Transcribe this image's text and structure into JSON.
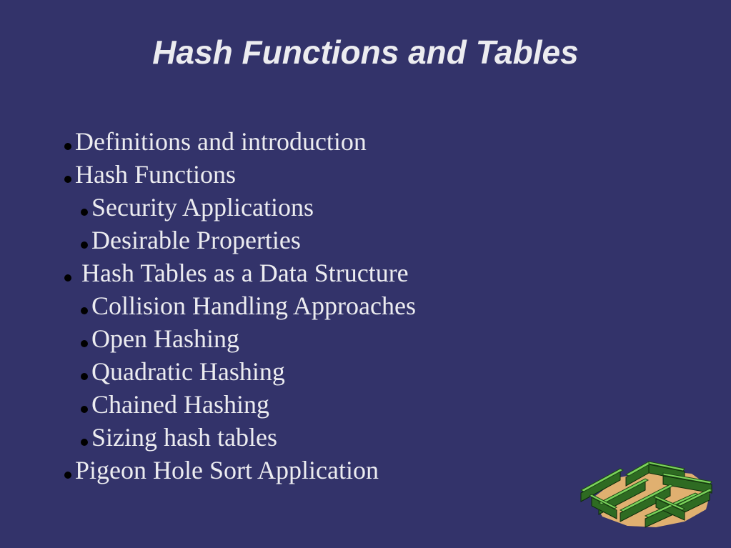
{
  "slide": {
    "title": "Hash Functions and Tables",
    "background_color": "#33336a",
    "text_color": "#ececf0",
    "bullets": [
      {
        "level": 1,
        "text": "Definitions and introduction"
      },
      {
        "level": 1,
        "text": "Hash Functions"
      },
      {
        "level": 2,
        "text": "Security Applications"
      },
      {
        "level": 2,
        "text": "Desirable Properties"
      },
      {
        "level": 1,
        "text": "Hash Tables as a Data Structure"
      },
      {
        "level": 2,
        "text": "Collision Handling Approaches"
      },
      {
        "level": 2,
        "text": "Open Hashing"
      },
      {
        "level": 2,
        "text": "Quadratic Hashing"
      },
      {
        "level": 2,
        "text": "Chained Hashing"
      },
      {
        "level": 2,
        "text": "Sizing hash tables"
      },
      {
        "level": 1,
        "text": "Pigeon Hole Sort Application"
      }
    ],
    "decoration": "hedge-maze-clipart-icon"
  }
}
